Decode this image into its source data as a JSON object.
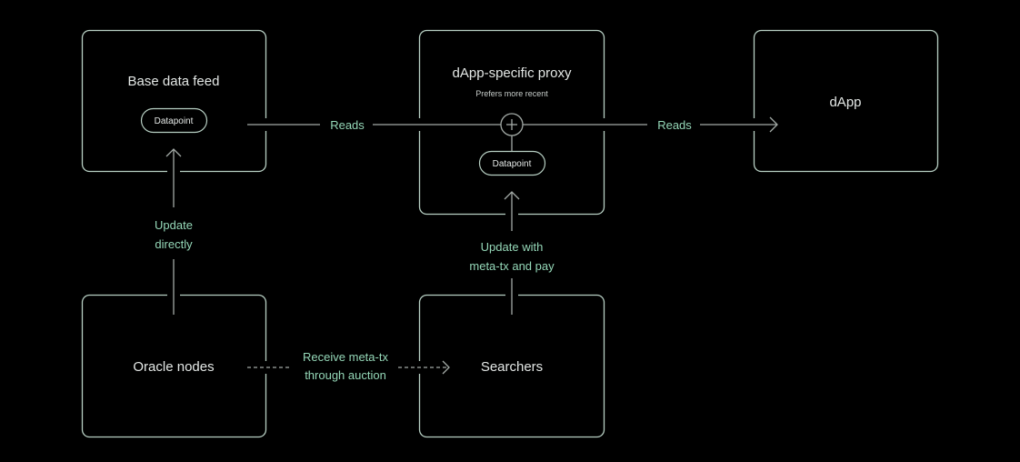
{
  "nodes": {
    "base_feed": {
      "title": "Base data feed",
      "datapoint": "Datapoint"
    },
    "proxy": {
      "title": "dApp-specific proxy",
      "subtitle": "Prefers more recent",
      "datapoint": "Datapoint"
    },
    "dapp": {
      "title": "dApp"
    },
    "oracle": {
      "title": "Oracle nodes"
    },
    "searchers": {
      "title": "Searchers"
    }
  },
  "edges": {
    "reads_1": "Reads",
    "reads_2": "Reads",
    "update_directly": [
      "Update",
      "directly"
    ],
    "update_meta": [
      "Update with",
      "meta-tx and pay"
    ],
    "receive_meta": [
      "Receive meta-tx",
      "through auction"
    ]
  },
  "colors": {
    "background": "#000000",
    "border": "#b7cfc3",
    "label": "#95d8b8"
  }
}
